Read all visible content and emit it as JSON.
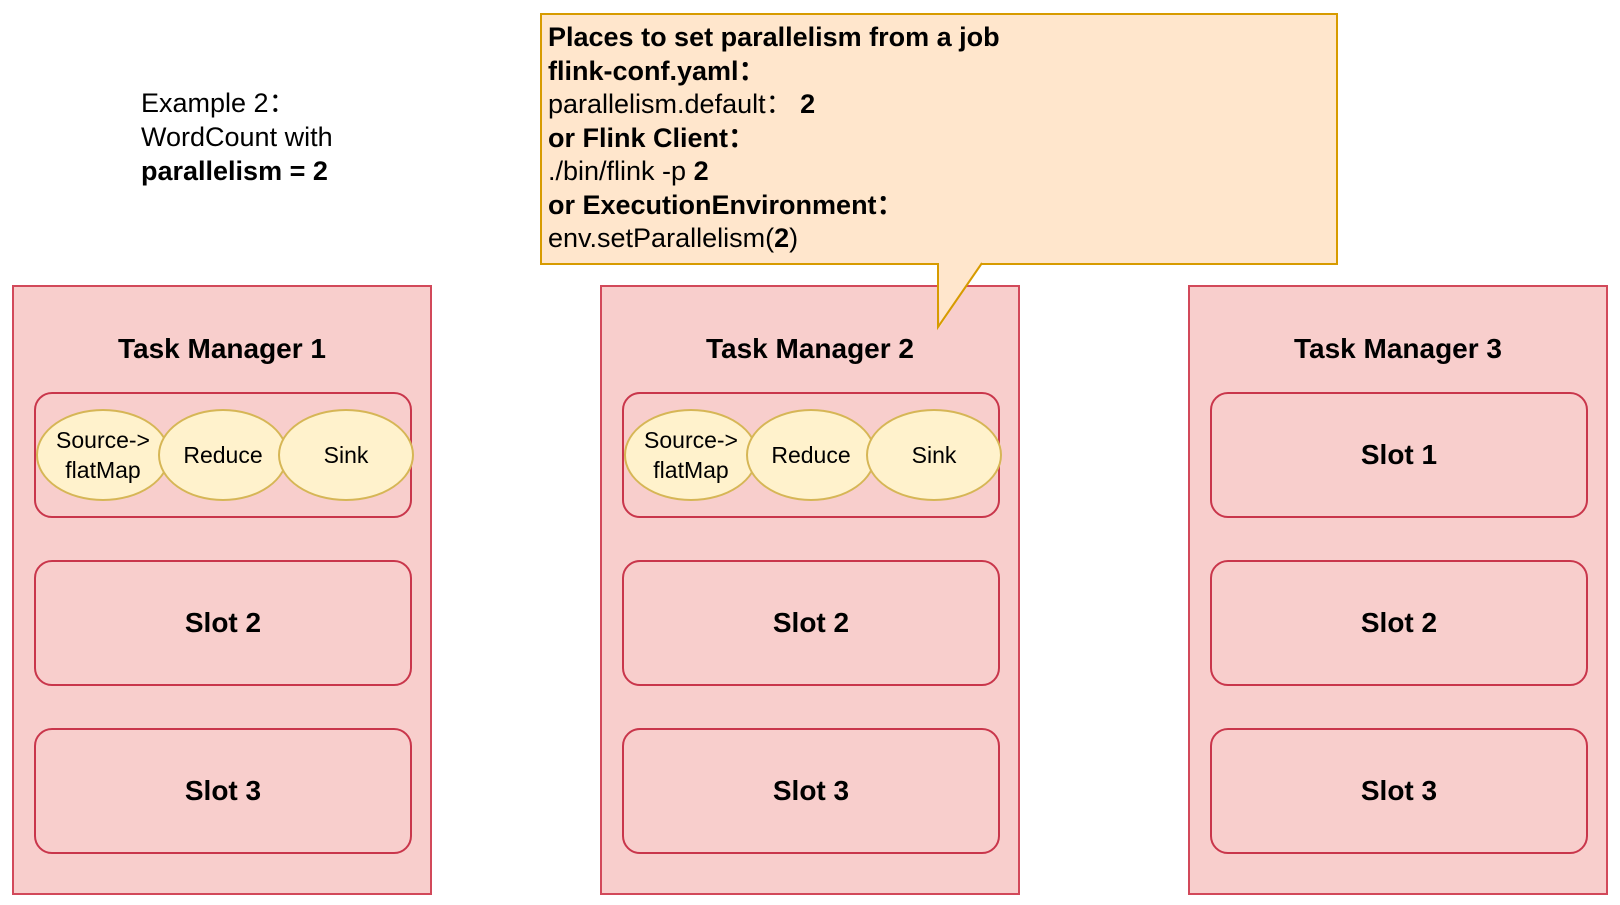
{
  "caption": {
    "line1": "Example 2：",
    "line2": "WordCount with",
    "line3": "parallelism = 2"
  },
  "callout": {
    "title": "Places to set parallelism from a job",
    "conf_file": "flink-conf.yaml：",
    "conf_key": "parallelism.default：",
    "conf_value": "2",
    "client_title": "or Flink Client：",
    "client_cmd": "./bin/flink -p",
    "client_value": "2",
    "env_title": "or ExecutionEnvironment：",
    "env_prefix": "env.setParallelism(",
    "env_value": "2",
    "env_suffix": ")"
  },
  "task_managers": [
    {
      "title": "Task Manager 1",
      "slot1_operators": [
        "Source->",
        "flatMap",
        "Reduce",
        "Sink"
      ],
      "slot2": "Slot 2",
      "slot3": "Slot 3"
    },
    {
      "title": "Task Manager 2",
      "slot1_operators": [
        "Source->",
        "flatMap",
        "Reduce",
        "Sink"
      ],
      "slot2": "Slot 2",
      "slot3": "Slot 3"
    },
    {
      "title": "Task Manager 3",
      "slot1": "Slot 1",
      "slot2": "Slot 2",
      "slot3": "Slot 3"
    }
  ],
  "colors": {
    "task_manager_fill": "#f8cecc",
    "task_manager_stroke": "#d2495a",
    "operator_fill": "#fff2cc",
    "operator_stroke": "#d6b656",
    "callout_fill": "#ffe6cc",
    "callout_stroke": "#d79b00"
  }
}
